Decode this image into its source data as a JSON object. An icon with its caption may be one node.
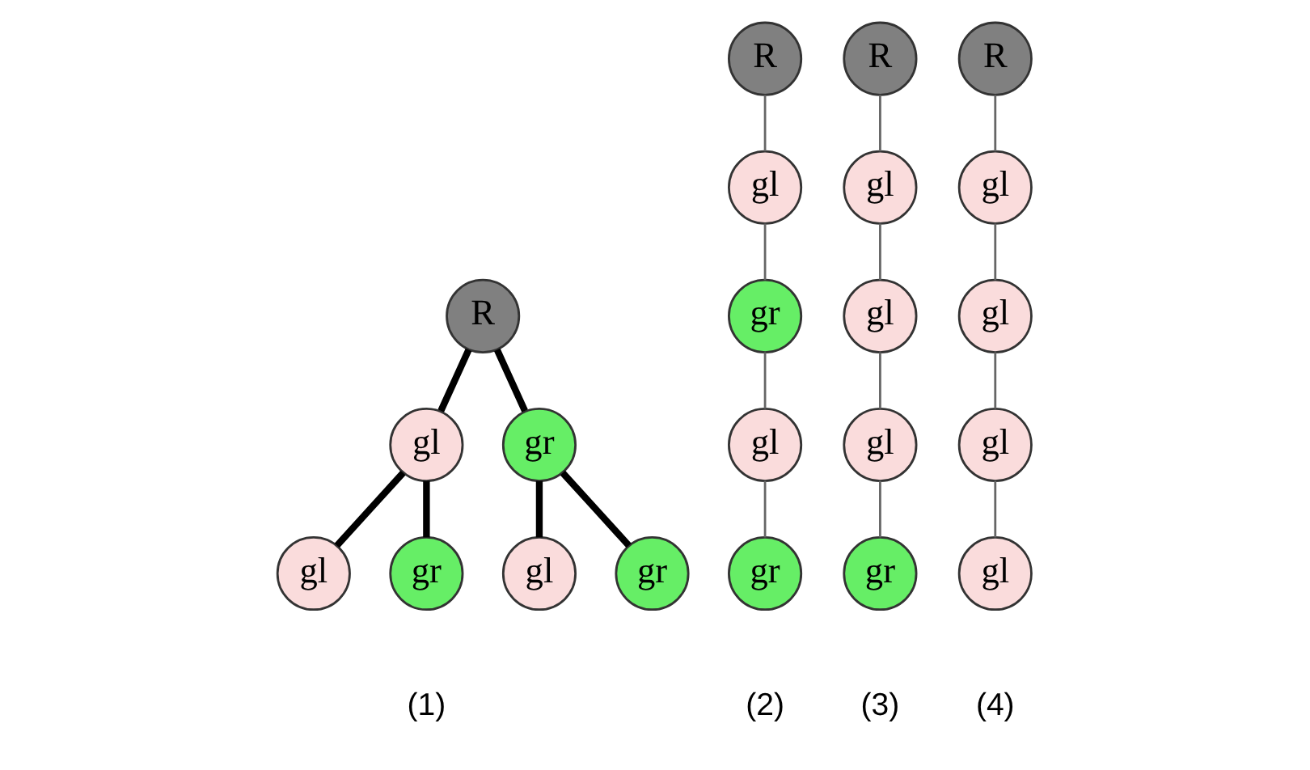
{
  "diagram": {
    "nodes": [
      {
        "text": [
          "R"
        ]
      },
      {
        "text": [
          "gl"
        ]
      },
      {
        "text": [
          "gr"
        ]
      },
      {
        "text": [
          "gl"
        ]
      },
      {
        "text": [
          "gr"
        ]
      },
      {
        "text": [
          "gl"
        ]
      },
      {
        "text": [
          "gr"
        ]
      },
      {
        "text": [
          "R"
        ]
      },
      {
        "text": [
          "gl"
        ]
      },
      {
        "text": [
          "gr"
        ]
      },
      {
        "text": [
          "gl"
        ]
      },
      {
        "text": [
          "gr"
        ]
      },
      {
        "text": [
          "R"
        ]
      },
      {
        "text": [
          "gl"
        ]
      },
      {
        "text": [
          "gl"
        ]
      },
      {
        "text": [
          "gl"
        ]
      },
      {
        "text": [
          "gr"
        ]
      },
      {
        "text": [
          "R"
        ]
      },
      {
        "text": [
          "gl"
        ]
      },
      {
        "text": [
          "gl"
        ]
      },
      {
        "text": [
          "gl"
        ]
      },
      {
        "text": [
          "gl"
        ]
      }
    ],
    "edges": [
      {
        "from": 0,
        "to": 1,
        "arrow": "none",
        "style": "thick",
        "color": "#000000"
      },
      {
        "from": 0,
        "to": 2,
        "arrow": "none",
        "style": "thick",
        "color": "#000000"
      },
      {
        "from": 1,
        "to": 3,
        "arrow": "none",
        "style": "thick",
        "color": "#000000"
      },
      {
        "from": 1,
        "to": 4,
        "arrow": "none",
        "style": "thick",
        "color": "#000000"
      },
      {
        "from": 2,
        "to": 5,
        "arrow": "none",
        "style": "thick",
        "color": "#000000"
      },
      {
        "from": 2,
        "to": 6,
        "arrow": "none",
        "style": "thick",
        "color": "#000000"
      },
      {
        "from": 7,
        "to": 8,
        "arrow": "none"
      },
      {
        "from": 8,
        "to": 9,
        "arrow": "none"
      },
      {
        "from": 9,
        "to": 10,
        "arrow": "none"
      },
      {
        "from": 10,
        "to": 11,
        "arrow": "none"
      },
      {
        "from": 12,
        "to": 13,
        "arrow": "none"
      },
      {
        "from": 13,
        "to": 14,
        "arrow": "none"
      },
      {
        "from": 14,
        "to": 15,
        "arrow": "none"
      },
      {
        "from": 15,
        "to": 16,
        "arrow": "none"
      },
      {
        "from": 17,
        "to": 18,
        "arrow": "none"
      },
      {
        "from": 18,
        "to": 19,
        "arrow": "none"
      },
      {
        "from": 19,
        "to": 20,
        "arrow": "none"
      },
      {
        "from": 20,
        "to": 21,
        "arrow": "none"
      }
    ],
    "labels": [
      "(1)",
      "(2)",
      "(3)",
      "(4)"
    ]
  }
}
